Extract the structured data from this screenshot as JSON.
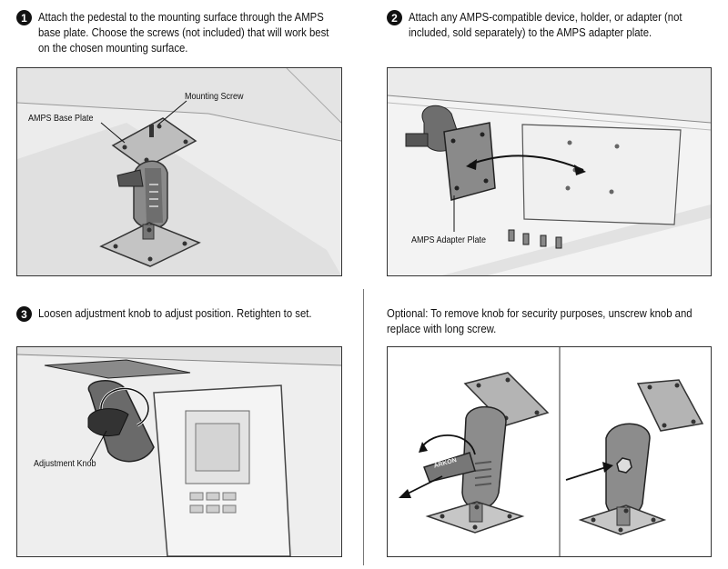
{
  "steps": [
    {
      "num": "1",
      "text": "Attach the pedestal to the mounting surface through the AMPS\nbase plate. Choose the screws (not included) that will work best\non the chosen mounting surface."
    },
    {
      "num": "2",
      "text": "Attach any AMPS-compatible device, holder, or adapter (not\nincluded, sold separately) to the AMPS adapter plate."
    },
    {
      "num": "3",
      "text": "Loosen adjustment knob to adjust position. Retighten to set."
    }
  ],
  "optional_text": "Optional: To remove knob for security purposes, unscrew knob and\nreplace with long screw.",
  "labels": {
    "mounting_screw": "Mounting Screw",
    "amps_base_plate": "AMPS Base Plate",
    "amps_adapter_plate": "AMPS Adapter Plate",
    "adjustment_knob": "Adjustment Knob",
    "knob_brand": "ARKON"
  }
}
